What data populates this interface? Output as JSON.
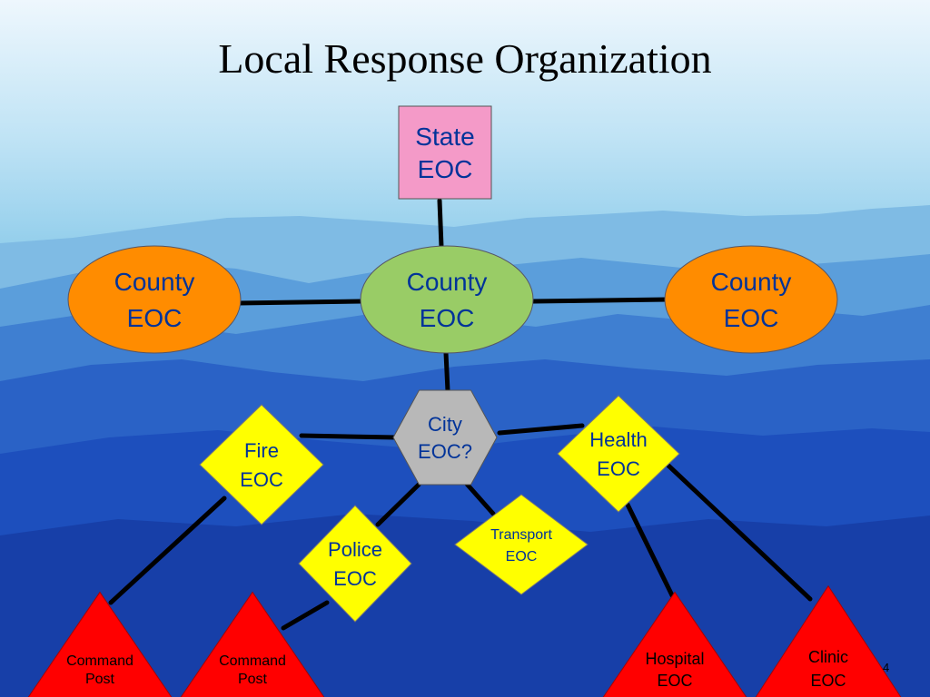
{
  "slide": {
    "title": "Local Response Organization",
    "number": "4"
  },
  "colors": {
    "state": "#f49ac8",
    "county_outer": "#ff8c00",
    "county_center": "#99cc66",
    "city": "#b8b8b8",
    "eoc_yellow": "#ffff00",
    "field_red": "#ff0000",
    "connector": "#000000",
    "text_blue": "#003399"
  },
  "nodes": [
    {
      "id": "state-eoc",
      "shape": "rectangle",
      "color_key": "state",
      "lines": [
        "State",
        "EOC"
      ]
    },
    {
      "id": "county-eoc-left",
      "shape": "ellipse",
      "color_key": "county_outer",
      "lines": [
        "County",
        "EOC"
      ]
    },
    {
      "id": "county-eoc-center",
      "shape": "ellipse",
      "color_key": "county_center",
      "lines": [
        "County",
        "EOC"
      ]
    },
    {
      "id": "county-eoc-right",
      "shape": "ellipse",
      "color_key": "county_outer",
      "lines": [
        "County",
        "EOC"
      ]
    },
    {
      "id": "city-eoc",
      "shape": "hexagon",
      "color_key": "city",
      "lines": [
        "City",
        "EOC?"
      ]
    },
    {
      "id": "fire-eoc",
      "shape": "diamond",
      "color_key": "eoc_yellow",
      "lines": [
        "Fire",
        "EOC"
      ]
    },
    {
      "id": "health-eoc",
      "shape": "diamond",
      "color_key": "eoc_yellow",
      "lines": [
        "Health",
        "EOC"
      ]
    },
    {
      "id": "police-eoc",
      "shape": "diamond",
      "color_key": "eoc_yellow",
      "lines": [
        "Police",
        "EOC"
      ]
    },
    {
      "id": "transport-eoc",
      "shape": "diamond",
      "color_key": "eoc_yellow",
      "lines": [
        "Transport",
        "EOC"
      ]
    },
    {
      "id": "command-post-1",
      "shape": "triangle",
      "color_key": "field_red",
      "lines": [
        "Command",
        "Post"
      ]
    },
    {
      "id": "command-post-2",
      "shape": "triangle",
      "color_key": "field_red",
      "lines": [
        "Command",
        "Post"
      ]
    },
    {
      "id": "hospital-eoc",
      "shape": "triangle",
      "color_key": "field_red",
      "lines": [
        "Hospital",
        "EOC"
      ]
    },
    {
      "id": "clinic-eoc",
      "shape": "triangle",
      "color_key": "field_red",
      "lines": [
        "Clinic",
        "EOC"
      ]
    }
  ],
  "edges": [
    {
      "from": "state-eoc",
      "to": "county-eoc-center"
    },
    {
      "from": "county-eoc-left",
      "to": "county-eoc-center"
    },
    {
      "from": "county-eoc-center",
      "to": "county-eoc-right"
    },
    {
      "from": "county-eoc-center",
      "to": "city-eoc"
    },
    {
      "from": "fire-eoc",
      "to": "city-eoc"
    },
    {
      "from": "city-eoc",
      "to": "health-eoc"
    },
    {
      "from": "city-eoc",
      "to": "police-eoc"
    },
    {
      "from": "city-eoc",
      "to": "transport-eoc"
    },
    {
      "from": "fire-eoc",
      "to": "command-post-1"
    },
    {
      "from": "police-eoc",
      "to": "command-post-2"
    },
    {
      "from": "health-eoc",
      "to": "hospital-eoc"
    },
    {
      "from": "health-eoc",
      "to": "clinic-eoc"
    }
  ]
}
